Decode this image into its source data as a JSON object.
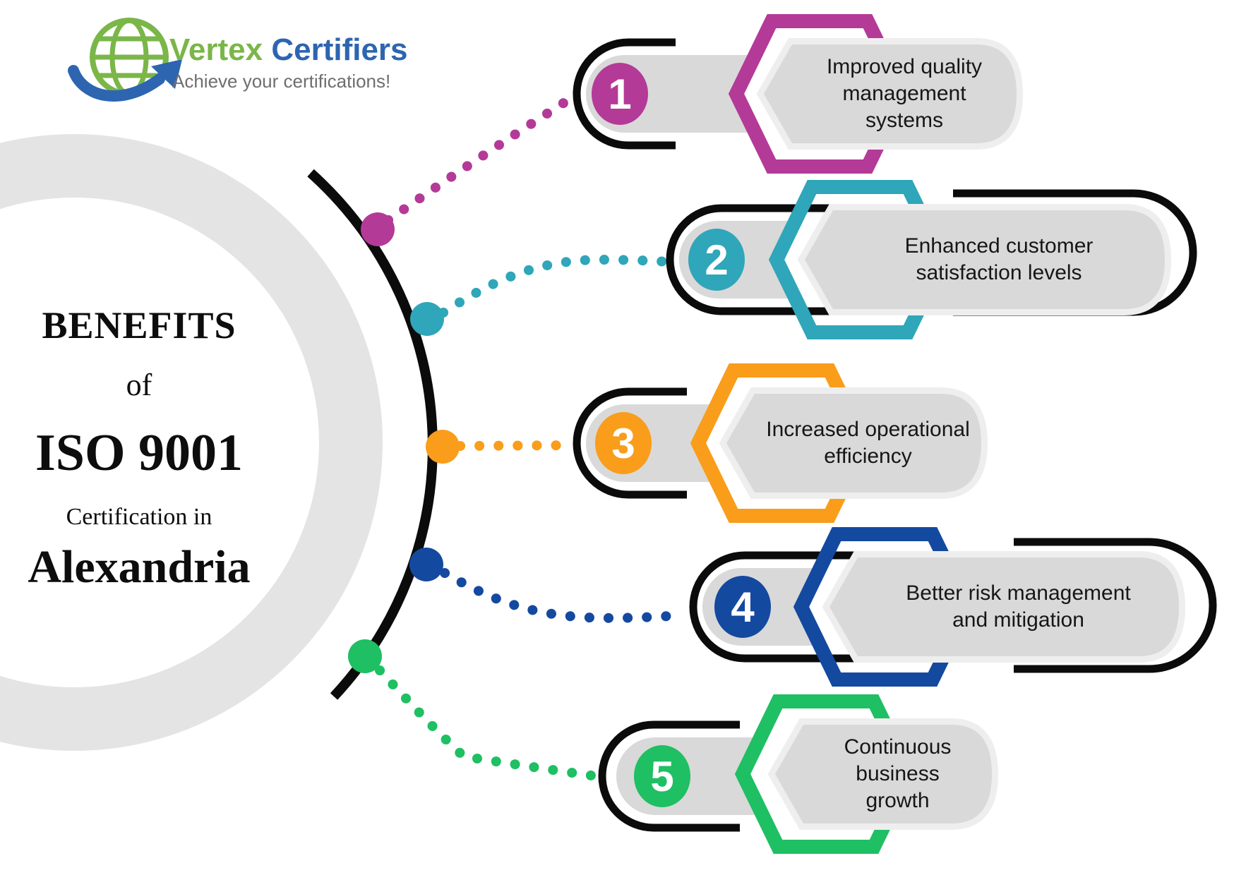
{
  "logo": {
    "brand_part1": "Vertex",
    "brand_part2": " Certifiers",
    "tagline": "Achieve your certifications!",
    "colors": {
      "brand_green": "#7ab648",
      "brand_blue": "#2d65b0",
      "tagline_gray": "#6e6e6e"
    }
  },
  "title": {
    "line1": "BENEFITS",
    "line2": "of",
    "line3": "ISO 9001",
    "line4": "Certification in",
    "line5": "Alexandria"
  },
  "items": [
    {
      "number": "1",
      "label": "Improved quality\nmanagement\nsystems",
      "color": "#b43a98"
    },
    {
      "number": "2",
      "label": "Enhanced customer\nsatisfaction levels",
      "color": "#2fa6b9"
    },
    {
      "number": "3",
      "label": "Increased operational\nefficiency",
      "color": "#f99d1b"
    },
    {
      "number": "4",
      "label": "Better risk management\nand mitigation",
      "color": "#1449a0"
    },
    {
      "number": "5",
      "label": "Continuous  business\ngrowth",
      "color": "#1fbf63"
    }
  ],
  "decor": {
    "ring_gray": "#e4e4e4",
    "pill_gray": "#d9d9d9",
    "halo_gray": "#eeeeee",
    "line_black": "#0b0b0b"
  }
}
